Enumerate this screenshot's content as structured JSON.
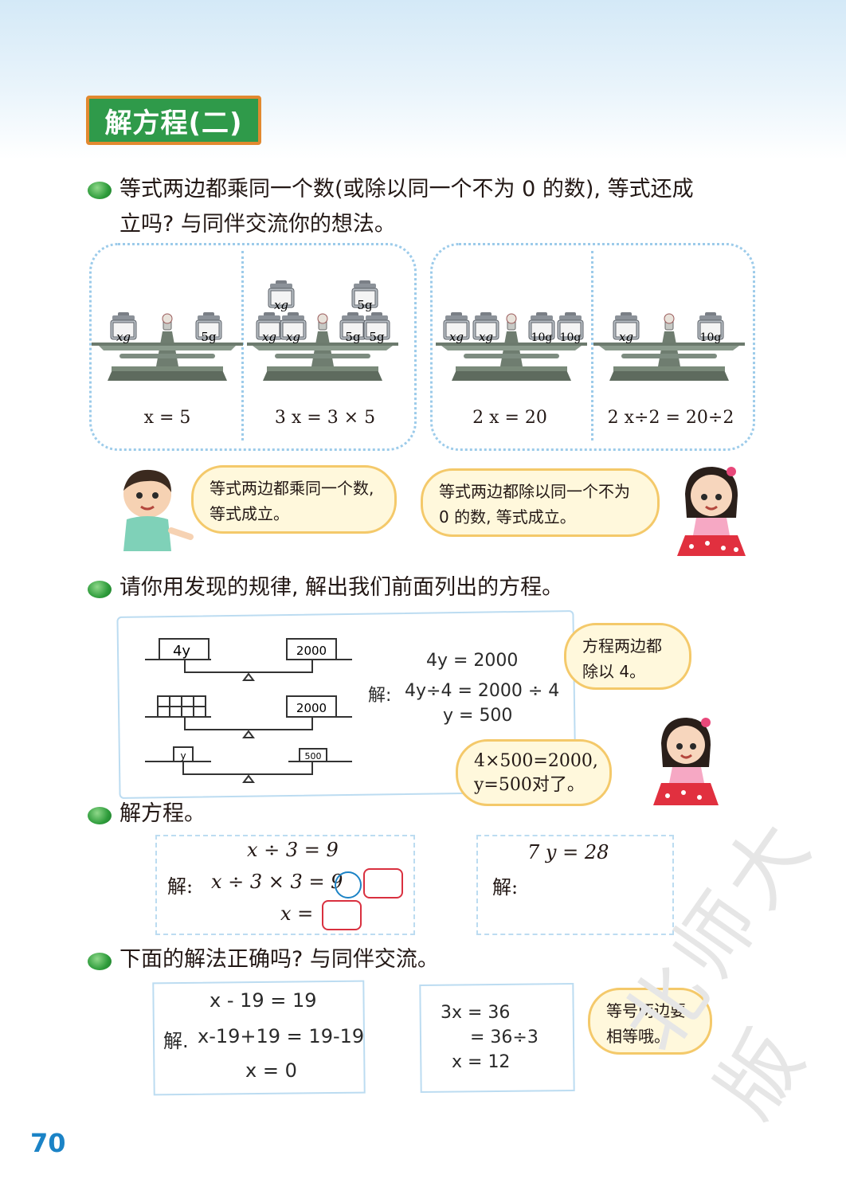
{
  "lesson_title": "解方程(二)",
  "question1": {
    "line1": "等式两边都乘同一个数(或除以同一个不为 0 的数), 等式还成",
    "line2": "立吗? 与同伴交流你的想法。"
  },
  "scales": {
    "weights": {
      "x": "xg",
      "five": "5g",
      "ten": "10g"
    },
    "eq1": "x = 5",
    "eq2": "3 x = 3 × 5",
    "eq3": "2 x = 20",
    "eq4": "2 x÷2 = 20÷2"
  },
  "bubbles": {
    "boy": "等式两边都乘同一个数, 等式成立。",
    "girl1": "等式两边都除以同一个不为 0 的数, 等式成立。",
    "girl2": "方程两边都除以 4。",
    "girl3_line1": "4×500=2000,",
    "girl3_line2": "y=500对了。",
    "hint": "等号两边要相等哦。"
  },
  "question2": "请你用发现的规律, 解出我们前面列出的方程。",
  "worked": {
    "box_4y": "4y",
    "box_2000": "2000",
    "box_500": "500",
    "small_y": "y",
    "line1": "4y = 2000",
    "line2_label": "解:",
    "line2": "4y÷4 = 2000 ÷ 4",
    "line3": "y = 500"
  },
  "question3": "解方程。",
  "exercise1": {
    "line1": "x ÷ 3 = 9",
    "label": "解:",
    "line2": "x ÷ 3 × 3 = 9",
    "line3": "x ="
  },
  "exercise2": {
    "line1": "7 y = 28",
    "label": "解:"
  },
  "question4": "下面的解法正确吗? 与同伴交流。",
  "check1": {
    "line1": "x - 19 = 19",
    "label": "解.",
    "line2": "x-19+19 = 19-19",
    "line3": "x = 0"
  },
  "check2": {
    "line1": "3x = 36",
    "line2": "= 36÷3",
    "line3": "x = 12"
  },
  "page_number": "70",
  "watermark": "北师大版"
}
